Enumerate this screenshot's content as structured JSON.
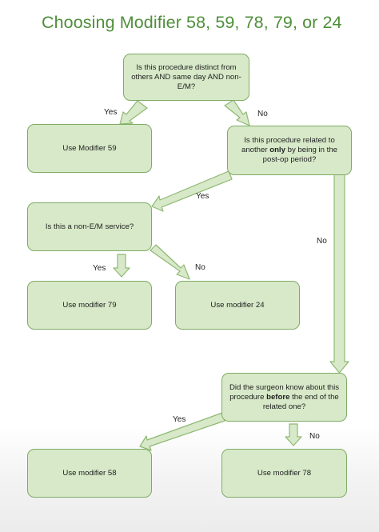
{
  "title": "Choosing Modifier 58, 59, 78, 79, or 24",
  "nodes": {
    "q1": "Is this procedure distinct from others AND same day AND non-E/M?",
    "mod59": "Use Modifier 59",
    "q2_pre": "Is this procedure related to another ",
    "q2_bold": "only",
    "q2_post": " by being in the post-op period?",
    "q3": "Is this a non-E/M service?",
    "mod79": "Use modifier 79",
    "mod24": "Use modifier 24",
    "q4_pre": "Did the surgeon know about this procedure ",
    "q4_bold": "before",
    "q4_post": " the end of the related one?",
    "mod58": "Use modifier 58",
    "mod78": "Use modifier 78"
  },
  "edges": {
    "q1_yes": "Yes",
    "q1_no": "No",
    "q2_yes": "Yes",
    "q2_no": "No",
    "q3_yes": "Yes",
    "q3_no": "No",
    "q4_yes": "Yes",
    "q4_no": "No"
  },
  "colors": {
    "box_fill": "#d7e9c8",
    "box_border": "#7fab66",
    "arrow_fill": "#d7e9c8",
    "arrow_stroke": "#8fb874",
    "title": "#4f8f3a"
  }
}
